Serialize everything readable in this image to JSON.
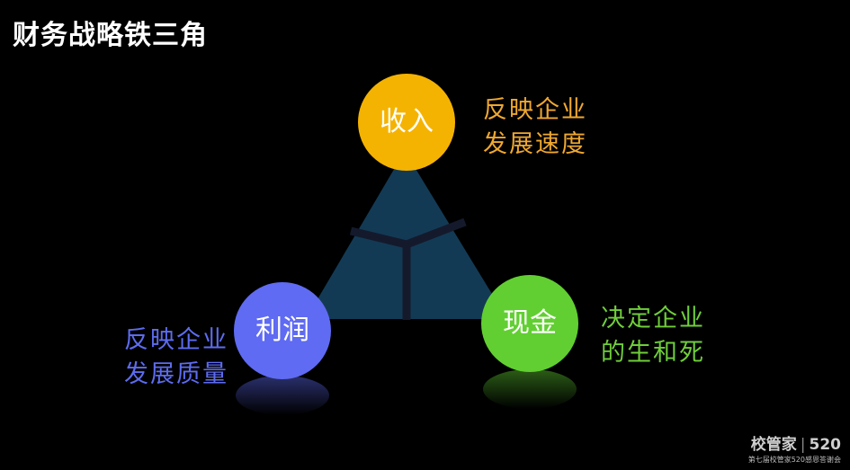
{
  "title": "财务战略铁三角",
  "nodes": {
    "top": {
      "label": "收入",
      "color": "#f5b301",
      "desc": [
        "反映企业",
        "发展速度"
      ],
      "desc_color": "#f0a830"
    },
    "left": {
      "label": "利润",
      "color": "#5f6bf2",
      "desc": [
        "反映企业",
        "发展质量"
      ],
      "desc_color": "#5d6cf0"
    },
    "right": {
      "label": "现金",
      "color": "#61cf31",
      "desc": [
        "决定企业",
        "的生和死"
      ],
      "desc_color": "#6fce3a"
    }
  },
  "triangle_color": "#133a55",
  "branding": {
    "logo": "校管家",
    "number": "520",
    "subtitle": "第七届校管家520感恩答谢会"
  }
}
